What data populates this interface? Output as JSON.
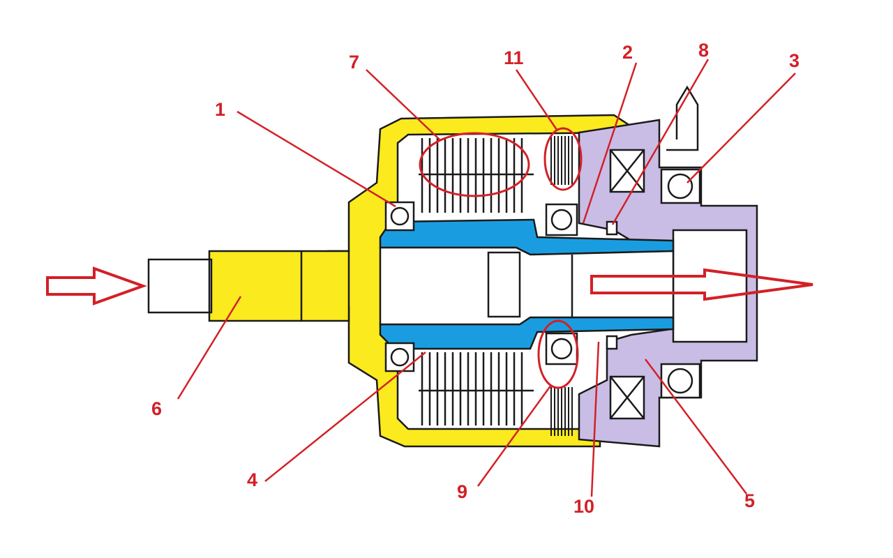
{
  "diagram": {
    "colors": {
      "input_housing": "#fbea1e",
      "hub": "#1a9de0",
      "output_housing": "#c9bde6",
      "outline": "#1a1a1a",
      "callout": "#d32027",
      "arrow": "#d32027"
    },
    "callouts": [
      {
        "id": "c1",
        "label": "1"
      },
      {
        "id": "c2",
        "label": "2"
      },
      {
        "id": "c3",
        "label": "3"
      },
      {
        "id": "c4",
        "label": "4"
      },
      {
        "id": "c5",
        "label": "5"
      },
      {
        "id": "c6",
        "label": "6"
      },
      {
        "id": "c7",
        "label": "7"
      },
      {
        "id": "c8",
        "label": "8"
      },
      {
        "id": "c9",
        "label": "9"
      },
      {
        "id": "c10",
        "label": "10"
      },
      {
        "id": "c11",
        "label": "11"
      }
    ]
  }
}
